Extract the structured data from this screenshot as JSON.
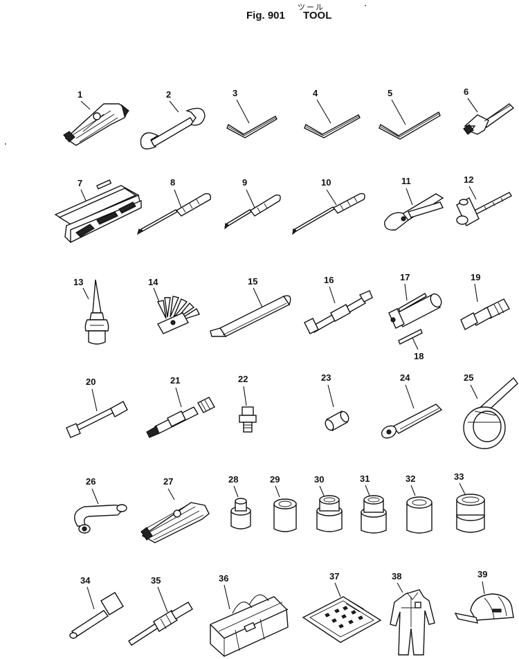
{
  "header": {
    "japanese": "ツール",
    "figure": "Fig. 901",
    "title": "TOOL"
  },
  "parts": [
    {
      "no": "1",
      "icon": "wrench-set-icon"
    },
    {
      "no": "2",
      "icon": "open-end-wrench-icon"
    },
    {
      "no": "3",
      "icon": "hex-key-icon"
    },
    {
      "no": "4",
      "icon": "hex-key-icon"
    },
    {
      "no": "5",
      "icon": "hex-key-icon"
    },
    {
      "no": "6",
      "icon": "adjustable-wrench-icon"
    },
    {
      "no": "7",
      "icon": "tool-case-icon"
    },
    {
      "no": "8",
      "icon": "screwdriver-icon"
    },
    {
      "no": "9",
      "icon": "screwdriver-icon"
    },
    {
      "no": "10",
      "icon": "screwdriver-icon"
    },
    {
      "no": "11",
      "icon": "pliers-icon"
    },
    {
      "no": "12",
      "icon": "hammer-icon"
    },
    {
      "no": "13",
      "icon": "oil-can-icon"
    },
    {
      "no": "14",
      "icon": "feeler-gauge-icon"
    },
    {
      "no": "15",
      "icon": "pry-bar-icon"
    },
    {
      "no": "16",
      "icon": "socket-wrench-icon"
    },
    {
      "no": "17",
      "icon": "grease-gun-icon"
    },
    {
      "no": "18",
      "icon": "nozzle-pipe-icon"
    },
    {
      "no": "19",
      "icon": "coupler-icon"
    },
    {
      "no": "20",
      "icon": "extension-bar-icon"
    },
    {
      "no": "21",
      "icon": "universal-joint-icon"
    },
    {
      "no": "22",
      "icon": "adapter-icon"
    },
    {
      "no": "23",
      "icon": "socket-icon"
    },
    {
      "no": "24",
      "icon": "ratchet-handle-icon"
    },
    {
      "no": "25",
      "icon": "filter-wrench-icon"
    },
    {
      "no": "26",
      "icon": "offset-wrench-icon"
    },
    {
      "no": "27",
      "icon": "wrench-set-icon"
    },
    {
      "no": "28",
      "icon": "socket-icon"
    },
    {
      "no": "29",
      "icon": "socket-icon"
    },
    {
      "no": "30",
      "icon": "socket-icon"
    },
    {
      "no": "31",
      "icon": "socket-icon"
    },
    {
      "no": "32",
      "icon": "socket-icon"
    },
    {
      "no": "33",
      "icon": "socket-icon"
    },
    {
      "no": "34",
      "icon": "extension-socket-icon"
    },
    {
      "no": "35",
      "icon": "torque-adapter-icon"
    },
    {
      "no": "36",
      "icon": "tool-bag-icon"
    },
    {
      "no": "37",
      "icon": "instruction-card-icon"
    },
    {
      "no": "38",
      "icon": "coverall-icon"
    },
    {
      "no": "39",
      "icon": "cap-icon"
    }
  ]
}
